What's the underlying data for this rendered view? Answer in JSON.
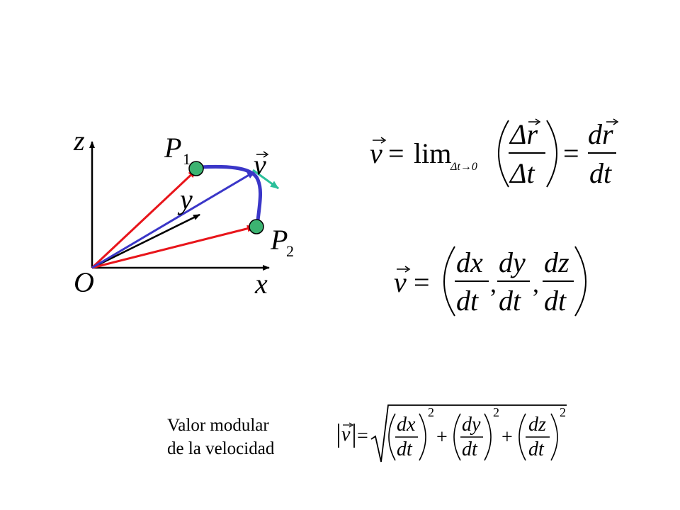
{
  "diagram": {
    "axes": {
      "x": "x",
      "y": "y",
      "z": "z",
      "origin": "O"
    },
    "points": {
      "p1_letter": "P",
      "p1_sub": "1",
      "p2_letter": "P",
      "p2_sub": "2"
    },
    "velocity_label": "v"
  },
  "formulas": {
    "v": "v",
    "eq": "=",
    "lim": "lim",
    "lim_sub": "Δt→0",
    "delta_r": "Δr",
    "delta_t": "Δt",
    "dr": "dr",
    "dt": "dt",
    "dx": "dx",
    "dy": "dy",
    "dz": "dz",
    "comma": ",",
    "plus": "+",
    "sq": "2"
  },
  "caption": {
    "line1": "Valor modular",
    "line2": "de la velocidad"
  },
  "colors": {
    "position_vectors": "#e8151b",
    "middle_vector": "#3a36c8",
    "trajectory": "#3a36c8",
    "velocity_arrow": "#2bbf9a",
    "point_fill": "#3cb371",
    "axes": "#000000"
  }
}
